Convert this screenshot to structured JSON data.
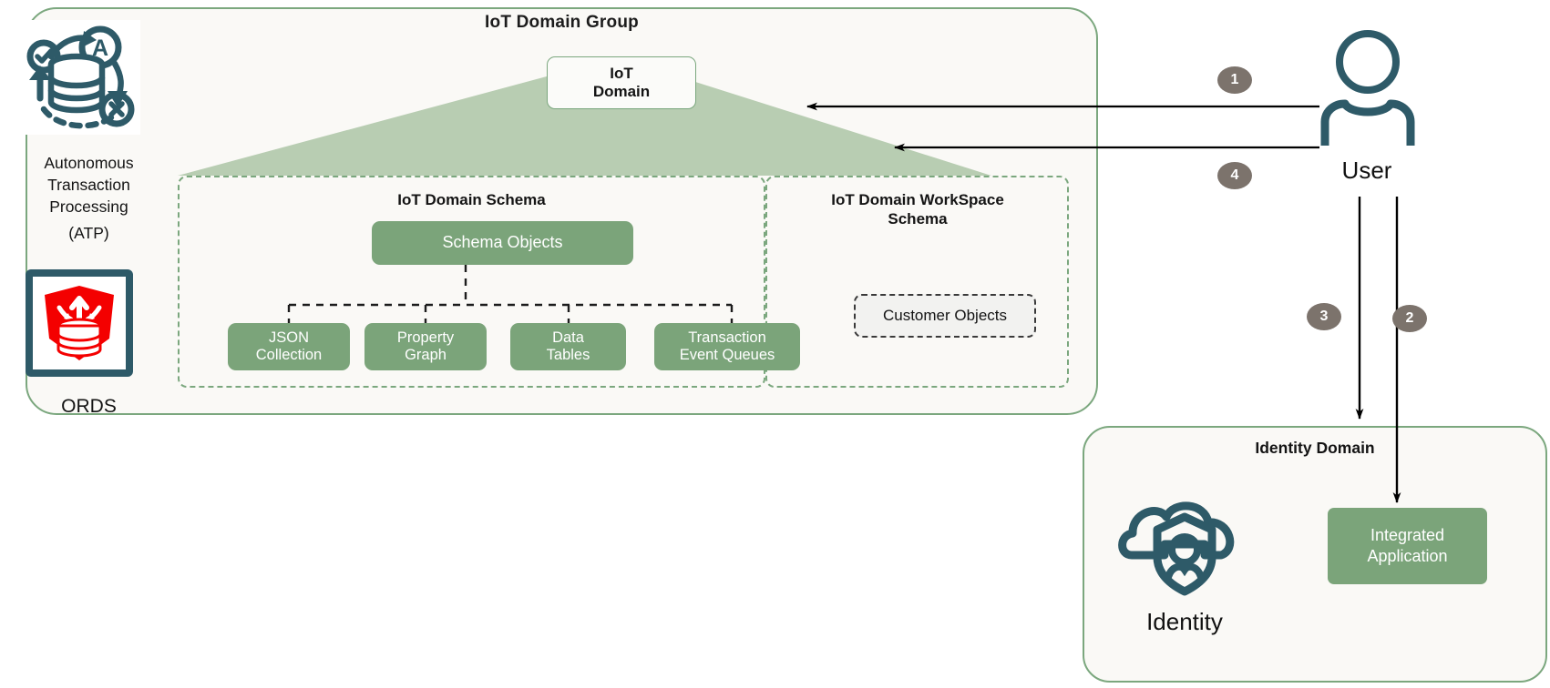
{
  "iot_group": {
    "title": "IoT Domain Group",
    "domain_box": "IoT\nDomain",
    "domain_box_line1": "IoT",
    "domain_box_line2": "Domain"
  },
  "atp": {
    "icon": "autonomous-transaction-processing-icon",
    "label_line1": "Autonomous",
    "label_line2": "Transaction",
    "label_line3": "Processing",
    "label_line4": "(ATP)"
  },
  "ords": {
    "icon": "ords-shield-icon",
    "label": "ORDS"
  },
  "schema": {
    "title": "IoT Domain Schema",
    "root": "Schema Objects",
    "leaves": [
      {
        "line1": "JSON",
        "line2": "Collection"
      },
      {
        "line1": "Property",
        "line2": "Graph"
      },
      {
        "line1": "Data",
        "line2": "Tables"
      },
      {
        "line1": "Transaction",
        "line2": "Event Queues"
      }
    ]
  },
  "workspace": {
    "title_line1": "IoT Domain WorkSpace",
    "title_line2": "Schema",
    "customer_objects": "Customer Objects"
  },
  "user": {
    "icon": "user-person-icon",
    "label": "User"
  },
  "identity_domain": {
    "title": "Identity Domain",
    "identity_icon": "identity-cloud-shield-person-icon",
    "identity_label": "Identity",
    "integrated_app_line1": "Integrated",
    "integrated_app_line2": "Application"
  },
  "steps": [
    {
      "number": "1",
      "description": "User to IoT Domain Group"
    },
    {
      "number": "2",
      "description": "User to Integrated Application"
    },
    {
      "number": "3",
      "description": "User to Identity Domain"
    },
    {
      "number": "4",
      "description": "User to IoT Domain Group"
    }
  ],
  "colors": {
    "green_accent": "#7ba47a",
    "green_border": "#7ba77e",
    "triangle_fill": "#b8cdb2",
    "teal_icon": "#2e5d६b",
    "teal": "#2e5a68",
    "badge_gray": "#7c736c",
    "ords_red": "#f40000",
    "card_bg": "#faf9f6"
  }
}
